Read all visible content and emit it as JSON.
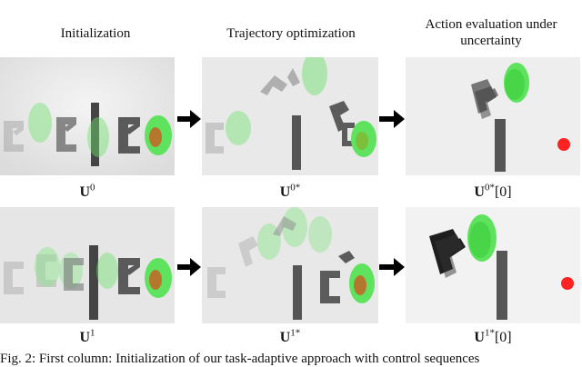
{
  "columns": [
    {
      "title": "Initialization"
    },
    {
      "title": "Trajectory optimization"
    },
    {
      "title": "Action evaluation under uncertainty"
    }
  ],
  "captions": {
    "row1": [
      {
        "base": "U",
        "sup": "0",
        "suffix": ""
      },
      {
        "base": "U",
        "sup": "0*",
        "suffix": ""
      },
      {
        "base": "U",
        "sup": "0*",
        "suffix": "[0]"
      }
    ],
    "row2": [
      {
        "base": "U",
        "sup": "1",
        "suffix": ""
      },
      {
        "base": "U",
        "sup": "1*",
        "suffix": ""
      },
      {
        "base": "U",
        "sup": "1*",
        "suffix": "[0]"
      }
    ]
  },
  "figure_caption": "Fig. 2: First column: Initialization of our task-adaptive approach with control sequences",
  "colors": {
    "panel_bg": "#ececec",
    "gripper": "#7a7a7a",
    "obstacle": "#444444",
    "target_green": "#5fe35f",
    "target_core": "#b5772e",
    "goal_red": "#ff2222"
  }
}
